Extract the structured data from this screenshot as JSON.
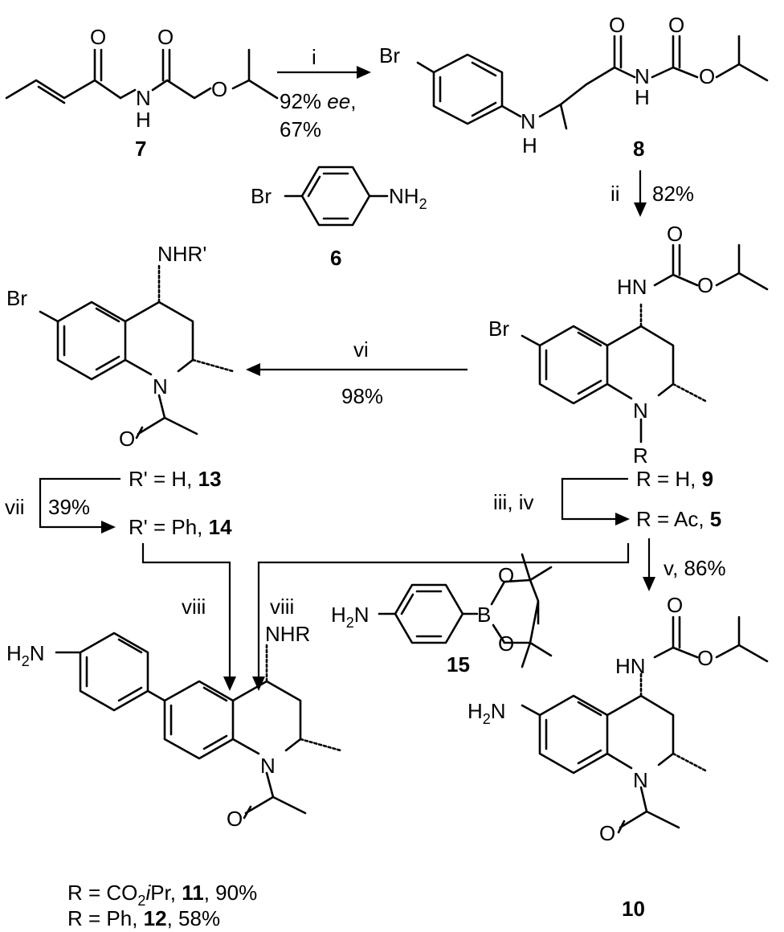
{
  "compounds": {
    "c7": {
      "number": "7"
    },
    "c8": {
      "number": "8"
    },
    "c6": {
      "number": "6",
      "br": "Br",
      "nh2_main": "NH",
      "nh2_sub": "2"
    },
    "c9": {
      "number": "9",
      "r_prefix": "R = H, "
    },
    "c5": {
      "number": "5",
      "r_prefix": "R = Ac, "
    },
    "c13": {
      "number": "13",
      "r_prefix": "R' = H, "
    },
    "c14": {
      "number": "14",
      "r_prefix": "R' = Ph, "
    },
    "c10": {
      "number": "10"
    },
    "c15": {
      "number": "15"
    },
    "c11": {
      "number": "11",
      "prefix": "R = CO",
      "sub": "2",
      "ipr_i": "i",
      "ipr": "Pr, ",
      "yield": ", 90%"
    },
    "c12": {
      "number": "12",
      "prefix": "R = Ph, ",
      "yield": ", 58%"
    }
  },
  "atoms": {
    "br": "Br",
    "o": "O",
    "n": "N",
    "h": "H",
    "b": "B",
    "hn": "HN",
    "nh": "NH",
    "nhr": "NHR",
    "nhr_prime": "NHR'",
    "r": "R",
    "h2n": "H",
    "h2n_sub": "2",
    "h2n_n": "N"
  },
  "steps": {
    "i": {
      "label": "i",
      "ee_val": "92% ",
      "ee_unit": "ee",
      "ee_tail": ",",
      "yield": "67%"
    },
    "ii": {
      "label": "ii",
      "yield": "82%"
    },
    "vi": {
      "label": "vi",
      "yield": "98%"
    },
    "vii": {
      "label": "vii",
      "yield": "39%"
    },
    "iii_iv": {
      "label": "iii, iv"
    },
    "v": {
      "label": "v, 86%"
    },
    "viii_a": {
      "label": "viii"
    },
    "viii_b": {
      "label": "viii"
    }
  }
}
